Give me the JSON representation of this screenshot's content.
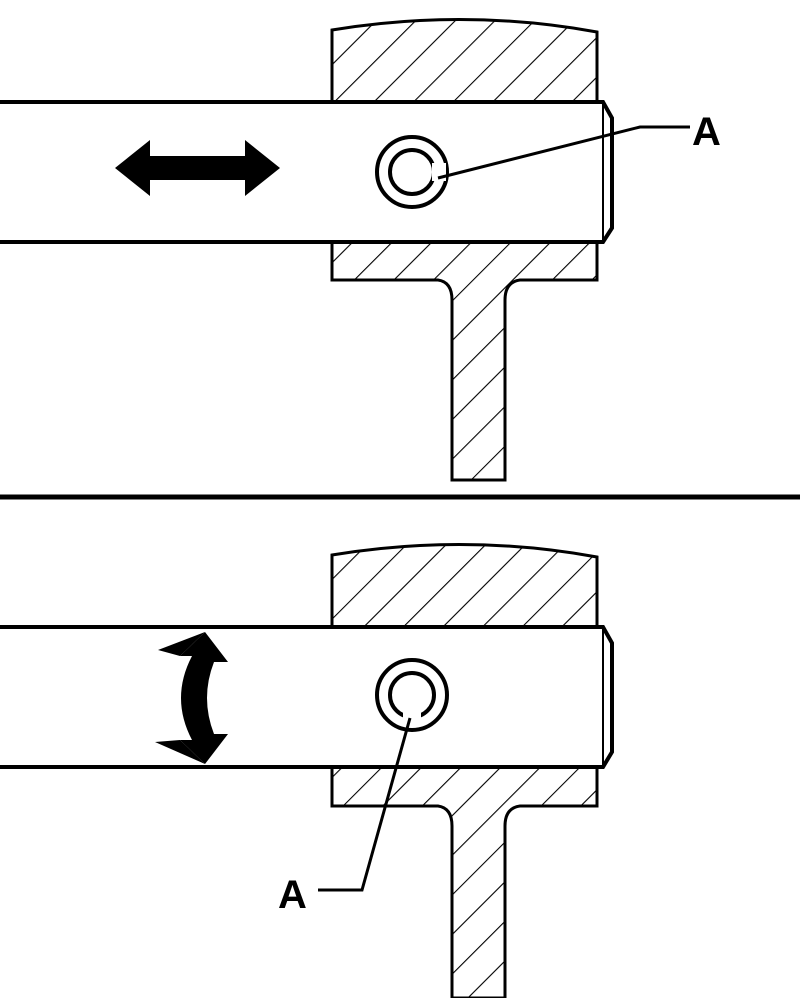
{
  "diagram": {
    "panels": [
      {
        "id": "top",
        "motion": "linear-back-and-forth",
        "motion_icon": "double-headed-horizontal-arrow-icon",
        "callout_label": "A"
      },
      {
        "id": "bottom",
        "motion": "rotational-back-and-forth",
        "motion_icon": "curved-double-headed-arrow-icon",
        "callout_label": "A"
      }
    ],
    "colors": {
      "stroke": "#000000",
      "background": "#ffffff"
    }
  }
}
